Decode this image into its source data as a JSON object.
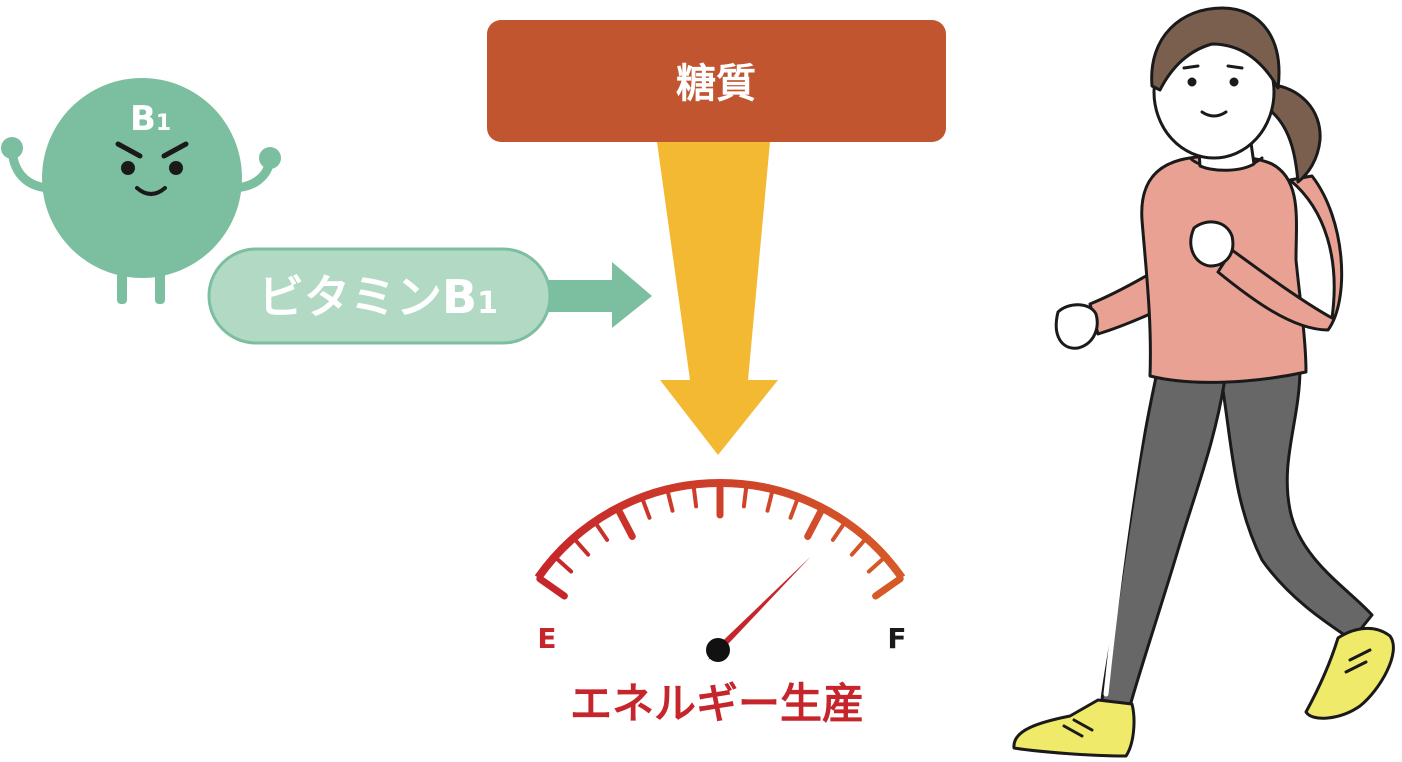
{
  "glucose": {
    "label": "糖質"
  },
  "vitamin": {
    "label": "ビタミンB1",
    "label_main": "ビタミンB",
    "label_sub": "1"
  },
  "mascot": {
    "badge_main": "B",
    "badge_sub": "1"
  },
  "gauge": {
    "empty_label": "E",
    "full_label": "F",
    "caption": "エネルギー生産",
    "level": 0.82
  },
  "colors": {
    "glucose_box": "#c0552f",
    "glucose_arrow": "#f4b932",
    "vitamin_fill": "#b1d9c4",
    "vitamin_stroke": "#7cbfa0",
    "vitamin_arrow": "#7cbfa0",
    "mascot": "#7cbfa0",
    "gauge_start": "#c6262b",
    "gauge_end": "#d65a28",
    "caption": "#c6262b",
    "shirt": "#e9a193",
    "pants": "#676767",
    "shoes": "#f0ea6a",
    "hair": "#7a5f4f",
    "skin": "#ffffff"
  }
}
